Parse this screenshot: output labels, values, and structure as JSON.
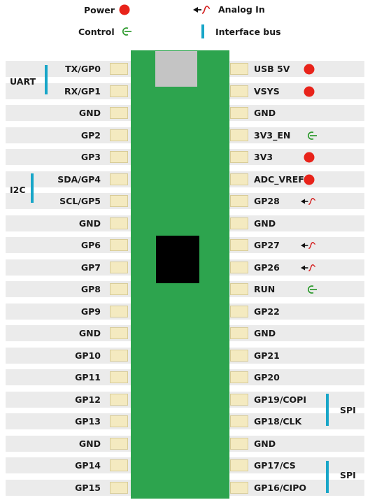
{
  "legend": {
    "power": "Power",
    "analog": "Analog In",
    "control": "Control",
    "bus": "Interface bus"
  },
  "colors": {
    "power": "#e8231a",
    "control": "#2d9a2d",
    "bus": "#18a6c8",
    "board": "#2da44e",
    "pad": "#f4eac0",
    "row": "#ebebeb",
    "usb": "#c4c4c4",
    "chip": "#000000"
  },
  "pins": {
    "left": [
      "TX/GP0",
      "RX/GP1",
      "GND",
      "GP2",
      "GP3",
      "SDA/GP4",
      "SCL/GP5",
      "GND",
      "GP6",
      "GP7",
      "GP8",
      "GP9",
      "GND",
      "GP10",
      "GP11",
      "GP12",
      "GP13",
      "GND",
      "GP14",
      "GP15"
    ],
    "right": [
      "USB 5V",
      "VSYS",
      "GND",
      "3V3_EN",
      "3V3",
      "ADC_VREF",
      "GP28",
      "GND",
      "GP27",
      "GP26",
      "RUN",
      "GP22",
      "GND",
      "GP21",
      "GP20",
      "GP19/COPI",
      "GP18/CLK",
      "GND",
      "GP17/CS",
      "GP16/CIPO"
    ]
  },
  "right_markers": [
    "power",
    "power",
    "",
    "control",
    "power",
    "power",
    "analog",
    "",
    "analog",
    "analog",
    "control",
    "",
    "",
    "",
    "",
    "",
    "",
    "",
    "",
    ""
  ],
  "groups": {
    "uart": "UART",
    "i2c": "I2C",
    "spi0": "SPI",
    "spi1": "SPI"
  }
}
